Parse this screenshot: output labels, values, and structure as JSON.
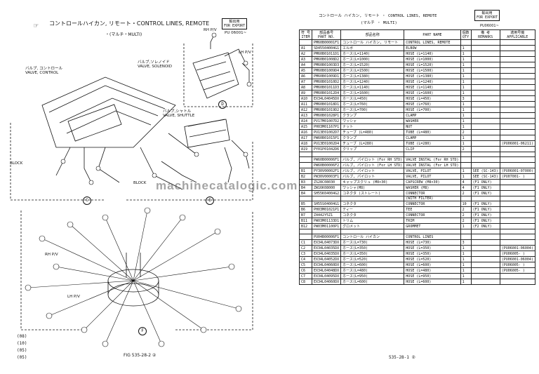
{
  "left_page": {
    "title": "コントロールハイカン, リモート・CONTROL LINES, REMOTE",
    "subtitle": "・(マルチ・MULTI)",
    "export_label": [
      "輸出用",
      "FOR EXPORT"
    ],
    "pu_number": "PU 06001~",
    "labels": {
      "valve_control": [
        "バルブ, コントロール",
        "VALVE, CONTROL"
      ],
      "valve_solenoid": [
        "バルブ,ソレノイド",
        "VALVE, SOLENOID"
      ],
      "valve_shuttle": [
        "バルブ,シャトル",
        "VALVE, SHUTTLE"
      ],
      "block": "BLOCK",
      "rh_pv": "RH P/V",
      "lh_pv": "LH P/V"
    },
    "circle_letters": [
      "C",
      "D",
      "E",
      "F"
    ],
    "years": [
      "(08)",
      "(10)",
      "(05)",
      "(05)"
    ],
    "fig_caption": "FIG 535-28-2 ②"
  },
  "watermark": "machinecatalogic.com",
  "right_page": {
    "title": "コントロール ハイカン, リモート ・ CONTROL LINES, REMOTE",
    "subtitle": "(マルチ ・ MULTI)",
    "export_label": [
      "輸出用",
      "FOR EXPORT"
    ],
    "pu_number": "PU06001~",
    "headers": {
      "item_jp": "符 号",
      "item_en": "ITEM",
      "partno_jp": "部品番号",
      "partno_en": "PART NO.",
      "name_jp": "部品名称",
      "name_en": "PART NAME",
      "qty_jp": "個数",
      "qty_en": "QTY",
      "remarks_jp": "備 考",
      "remarks_en": "REMARKS",
      "app_jp": "適用号機",
      "app_en": "APPLICABLE"
    },
    "rows": [
      [
        "",
        "PM60B00001F1",
        "コントロール ハイカン, リモート",
        "CONTROL LINES, REMOTE",
        "",
        "",
        ""
      ],
      [
        "A1",
        "SD45504004G1",
        "エルボ",
        "ELBOW",
        "1",
        "",
        ""
      ],
      [
        "A2",
        "PM60B01011D1",
        "ホース(L=1140)",
        "HOSE (L=1140)",
        "1",
        "",
        ""
      ],
      [
        "A3",
        "PM60B01008D2",
        "ホース(L=1000)",
        "HOSE (L=1000)",
        "1",
        "",
        ""
      ],
      [
        "A4",
        "PM60B01003D3",
        "ホース(L=1520)",
        "HOSE (L=1520)",
        "1",
        "",
        ""
      ],
      [
        "A5",
        "PM60B01009D4",
        "ホース(L=1500)",
        "HOSE (L=1500)",
        "1",
        "",
        ""
      ],
      [
        "A6",
        "PM60B01009D1",
        "ホース(L=1380)",
        "HOSE (L=1380)",
        "1",
        "",
        ""
      ],
      [
        "A7",
        "PM60B01010D2",
        "ホース(L=1240)",
        "HOSE (L=1240)",
        "1",
        "",
        ""
      ],
      [
        "A8",
        "PM60B01011D3",
        "ホース(L=1140)",
        "HOSE (L=1140)",
        "1",
        "",
        ""
      ],
      [
        "A9",
        "PM60B01012D4",
        "ホース(L=1600)",
        "HOSE (L=1600)",
        "1",
        "",
        ""
      ],
      [
        "A10",
        "EX34L04045DX",
        "ホース(L=450)",
        "HOSE (L=450)",
        "3",
        "",
        ""
      ],
      [
        "A11",
        "PM60B01018D1",
        "ホース(L=760)",
        "HOSE (L=760)",
        "1",
        "",
        ""
      ],
      [
        "A12",
        "PM60B01019D2",
        "ホース(L=700)",
        "HOSE (L=700)",
        "1",
        "",
        ""
      ],
      [
        "A13",
        "PM60B01028P1",
        "クランプ",
        "CLAMP",
        "1",
        "",
        ""
      ],
      [
        "A14",
        "PV17M01007D2",
        "ワッシャ",
        "WASHER",
        "1",
        "",
        ""
      ],
      [
        "A15",
        "PH03M01167P1",
        "ナット",
        "NUT",
        "1",
        "",
        ""
      ],
      [
        "A16",
        "PU13E01002D7",
        "チューブ (L=480)",
        "TUBE (L=480)",
        "2",
        "",
        ""
      ],
      [
        "A17",
        "PW60B01015P1",
        "クランプ",
        "CLAMP",
        "1",
        "",
        ""
      ],
      [
        "A18",
        "PU13E01002D4",
        "チューブ (L=280)",
        "TUBE (L=280)",
        "1",
        "",
        "(PU06001-06211)"
      ],
      [
        "A19",
        "PY01P01042D6",
        "クリップ",
        "CLIP",
        "2",
        "",
        ""
      ],
      [
        "",
        "",
        "",
        "",
        "",
        "",
        ""
      ],
      [
        "",
        "PW60B00006F1",
        "バルブ, パイロット (For RH STD)",
        "VALVE INSTAL (For RH STD)",
        "",
        "",
        ""
      ],
      [
        "",
        "PW60B00006F2",
        "バルブ, パイロット (For LH STD)",
        "VALVE INSTAL (For LH STD)",
        "",
        "",
        ""
      ],
      [
        "B1",
        "PY30V00002F1",
        "バルブ, パイロット",
        "VALVE, PILOT",
        "1",
        "SEE (SC-143)",
        "(PU06001-07000)"
      ],
      [
        "B2",
        "PW30V00003F1",
        "バルブ, パイロット",
        "VALVE, PILOT",
        "1",
        "SEE (SC-143)",
        "(PU07001-    )"
      ],
      [
        "B3",
        "ZS28C08030",
        "キャップスクリュ (M8×30)",
        "CAPSCREW (M8×30)",
        "4",
        "(F1 ONLY)",
        ""
      ],
      [
        "B4",
        "ZW16K08000",
        "ワッシャ(M8)",
        "WASHER (M8)",
        "4",
        "(F1 ONLY)",
        ""
      ],
      [
        "B4",
        "SH55K04004G2",
        "コネクタ (ストレート)",
        "CONNECTOR",
        "2",
        "(F1 ONLY)",
        ""
      ],
      [
        "",
        "",
        "",
        "(WITH FILTER)",
        "",
        "",
        ""
      ],
      [
        "B5",
        "SH55S04004G1",
        "コネクタ",
        "CONNECTOR",
        "10",
        "(F1 ONLY)",
        ""
      ],
      [
        "B6",
        "PH03M01021P1",
        "ティー",
        "TEE",
        "2",
        "(F1 ONLY)",
        ""
      ],
      [
        "B7",
        "Z4442Y5Z1",
        "コネクタ",
        "CONNECTOR",
        "2",
        "(F1 ONLY)",
        ""
      ],
      [
        "B11",
        "PW03M01133D1",
        "トリム",
        "TRIM",
        "2",
        "(F1 ONLY)",
        ""
      ],
      [
        "B12",
        "PW03M01100P1",
        "グロメット",
        "GROMMET",
        "1",
        "(F2 ONLY)",
        ""
      ],
      [
        "",
        "",
        "",
        "",
        "",
        "",
        ""
      ],
      [
        "",
        "PU04B00006F1",
        "コントロール ハイカン",
        "CONTROL LINES",
        "",
        "",
        ""
      ],
      [
        "C1",
        "EX34L04073DX",
        "ホース(L=730)",
        "HOSE (L=730)",
        "3",
        "",
        ""
      ],
      [
        "C2",
        "EX34L04035DX",
        "ホース(L=350)",
        "HOSE (L=350)",
        "1",
        "",
        "(PU06001-06004)"
      ],
      [
        "C3",
        "EX34L04035DX",
        "ホース(L=350)",
        "HOSE (L=350)",
        "1",
        "",
        "(PU06005-    )"
      ],
      [
        "C4",
        "EX34L04052DX",
        "ホース(L=520)",
        "HOSE (L=520)",
        "1",
        "",
        "(PU06001-06004)"
      ],
      [
        "C5",
        "EX34L04060DX",
        "ホース(L=600)",
        "HOSE (L=600)",
        "1",
        "",
        "(PU06005-    )"
      ],
      [
        "C6",
        "EX34L04048DX",
        "ホース(L=480)",
        "HOSE (L=480)",
        "1",
        "",
        "(PU06005-    )"
      ],
      [
        "C7",
        "EX34L04095DX",
        "ホース(L=950)",
        "HOSE (L=950)",
        "1",
        "",
        ""
      ],
      [
        "C8",
        "EX34L04060DX",
        "ホース(L=600)",
        "HOSE (L=600)",
        "1",
        "",
        ""
      ]
    ],
    "footer": "535-28-1 ②"
  }
}
